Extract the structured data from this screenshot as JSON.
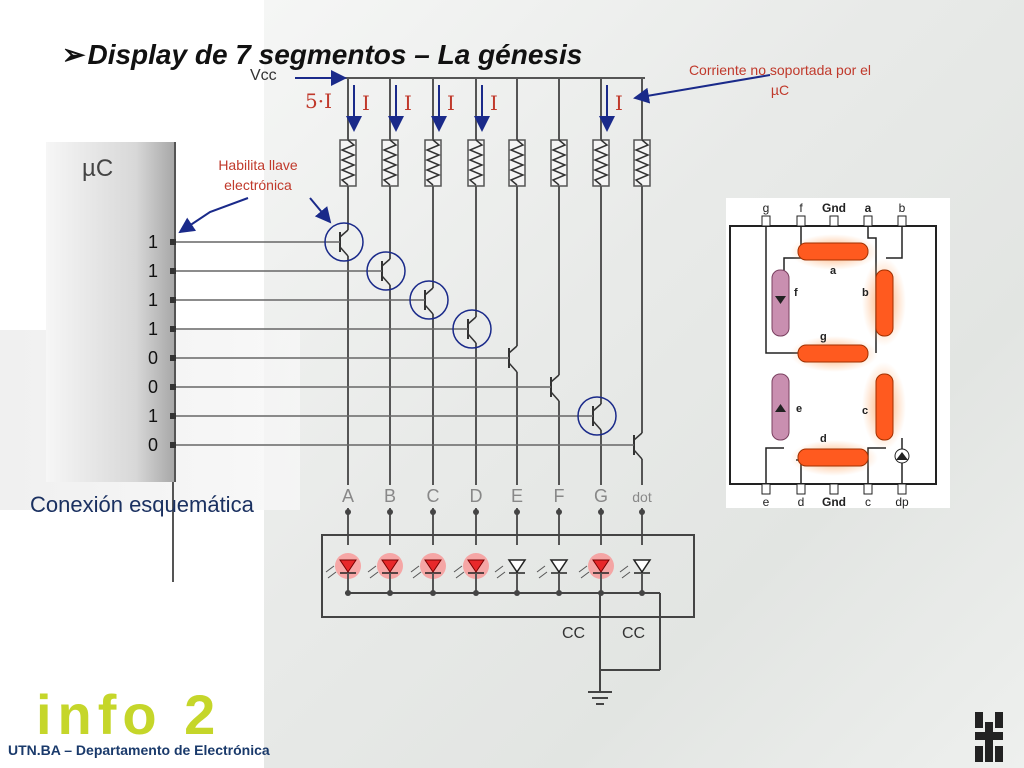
{
  "title": "Display de 7 segmentos – La génesis",
  "title_bullet": "➢",
  "annotations": {
    "unsupported_current": "Corriente no soportada por el µC",
    "enable_switch": "Habilita llave electrónica"
  },
  "schematic": {
    "vcc_label": "Vcc",
    "current_total": "5·I",
    "current_unit": "I",
    "microcontroller_label": "µC",
    "bits": [
      "1",
      "1",
      "1",
      "1",
      "0",
      "0",
      "1",
      "0"
    ],
    "segments": [
      "A",
      "B",
      "C",
      "D",
      "E",
      "F",
      "G",
      "dot"
    ],
    "lit_segments": [
      true,
      true,
      true,
      true,
      false,
      false,
      true,
      false
    ],
    "common_labels": [
      "CC",
      "CC"
    ],
    "caption": "Conexión esquemática"
  },
  "display_pinout": {
    "top_pins": [
      "g",
      "f",
      "Gnd",
      "a",
      "b"
    ],
    "bottom_pins": [
      "e",
      "d",
      "Gnd",
      "c",
      "dp"
    ],
    "segment_labels": [
      "a",
      "b",
      "c",
      "d",
      "e",
      "f",
      "g"
    ]
  },
  "footer": {
    "department": "UTN.BA – Departamento de Electrónica",
    "logo_text": "info 2"
  },
  "colors": {
    "title": "#111111",
    "annotation": "#c0392b",
    "caption": "#1a3060",
    "segment_on": "#ff5a1f",
    "segment_off": "#c98fb0",
    "led_on": "#e8282a",
    "circle": "#1a2a8a",
    "logo": "#c5d62a"
  }
}
